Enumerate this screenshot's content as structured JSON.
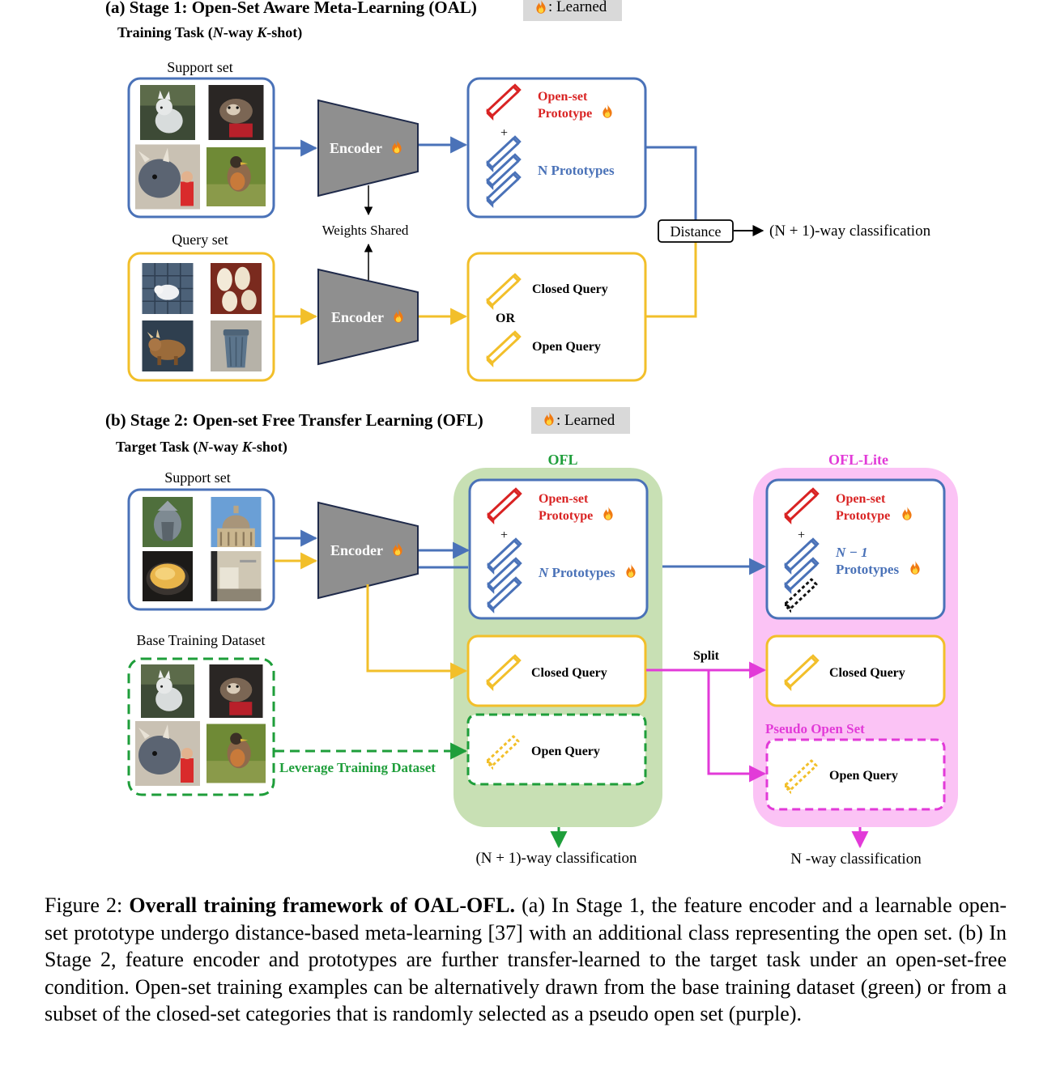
{
  "stage1": {
    "title": "(a) Stage 1: Open-Set Aware Meta-Learning (OAL)",
    "learned_badge": ": Learned",
    "task": "Training Task (",
    "task_n": "N",
    "task_mid": "-way ",
    "task_k": "K",
    "task_end": "-shot)",
    "support_label": "Support set",
    "query_label": "Query set",
    "encoder_label": "Encoder",
    "weights_shared": "Weights Shared",
    "open_set_line1": "Open-set",
    "open_set_line2": "Prototype",
    "plus": "+",
    "n_prototypes": "N Prototypes",
    "closed_query": "Closed Query",
    "or": "OR",
    "open_query": "Open Query",
    "distance": "Distance",
    "classification": "(N + 1)-way classification"
  },
  "stage2": {
    "title": "(b) Stage 2: Open-set Free Transfer Learning (OFL)",
    "learned_badge": ": Learned",
    "task": "Target Task (",
    "task_n": "N",
    "task_mid": "-way ",
    "task_k": "K",
    "task_end": "-shot)",
    "support_label": "Support set",
    "base_label": "Base Training Dataset",
    "encoder_label": "Encoder",
    "ofl_title": "OFL",
    "ofl_lite_title": "OFL-Lite",
    "open_set_line1": "Open-set",
    "open_set_line2": "Prototype",
    "plus": "+",
    "n_prototypes_n": "N",
    "n_prototypes_rest": " Prototypes",
    "n_minus_1": "N − 1",
    "prototypes": "Prototypes",
    "closed_query": "Closed Query",
    "open_query": "Open Query",
    "split": "Split",
    "leverage": "Leverage Training Dataset",
    "pseudo_open_set": "Pseudo Open Set",
    "ofl_classification": "(N + 1)-way classification",
    "lite_classification": "N -way classification"
  },
  "caption": {
    "prefix": "Figure 2: ",
    "bold": "Overall training framework of OAL-OFL.",
    "text": " (a) In Stage 1, the feature encoder and a learnable open-set prototype undergo distance-based meta-learning [37] with an additional class representing the open set. (b) In Stage 2, feature encoder and prototypes are further transfer-learned to the target task under an open-set-free condition. Open-set training examples can be alternatively drawn from the base training dataset (green) or from a subset of the closed-set categories that is randomly selected as a pseudo open set (purple)."
  },
  "colors": {
    "blue": "#4a72b8",
    "orange": "#f2bf2a",
    "red": "#d92323",
    "green": "#1e9e3a",
    "magenta": "#e23ad8",
    "ofl_bg": "#c8e0b4",
    "lite_bg": "#fbc3f5",
    "encoder_fill": "#8f8f8f",
    "badge_bg": "#d9d9d9"
  },
  "icons": [
    "fire-icon",
    "prototype-bar-icon",
    "photo-thumbnail"
  ]
}
